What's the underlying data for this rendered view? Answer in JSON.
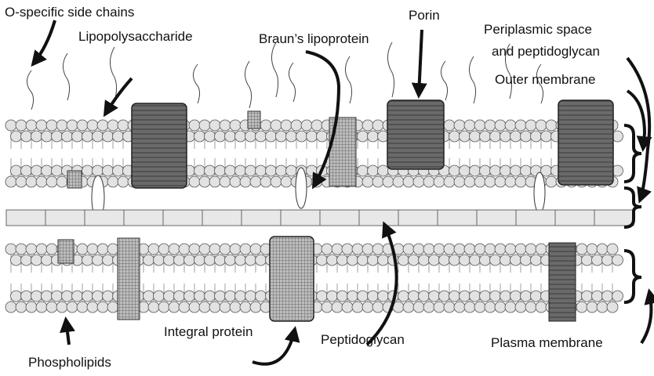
{
  "labels": {
    "o_specific": "O-specific side chains",
    "lps": "Lipopolysaccharide",
    "braun": "Braun’s lipoprotein",
    "porin": "Porin",
    "periplasmic_line1": "Periplasmic space",
    "periplasmic_line2": "and peptidoglycan",
    "outer_membrane": "Outer membrane",
    "phospholipids": "Phospholipids",
    "integral_protein": "Integral protein",
    "peptidoglycan": "Peptidoglycan",
    "plasma_membrane": "Plasma membrane"
  },
  "colors": {
    "lipid_head": "#e2e2e2",
    "lipid_outline": "#555555",
    "protein_dark": "#5a5a5a",
    "protein_hatched": "#9a9a9a",
    "peptidoglycan": "#e8e8e8",
    "arrow": "#111111"
  }
}
